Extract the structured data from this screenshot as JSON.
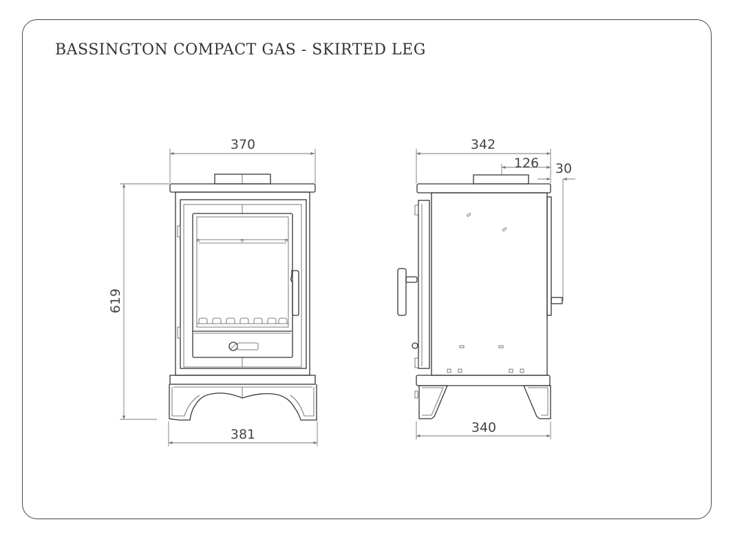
{
  "title": "BASSINGTON COMPACT GAS - SKIRTED LEG",
  "front_view": {
    "width_top": "370",
    "height": "619",
    "width_base": "381"
  },
  "side_view": {
    "depth_top": "342",
    "flue_offset": "126",
    "rear_spigot": "30",
    "depth_base": "340"
  },
  "colors": {
    "line": "#333333",
    "dimension": "#777777",
    "frame": "#444444"
  }
}
